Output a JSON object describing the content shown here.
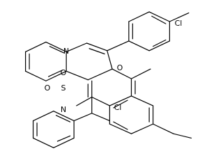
{
  "molecule": {
    "atom_labels": {
      "n_ring": "N",
      "cl_phenyl": "Cl",
      "o_carbonyl": "O",
      "cl_aryl": "Cl",
      "s": "S",
      "o_sulfonyl_1": "O",
      "o_sulfonyl_2": "O",
      "n_amide": "N"
    }
  },
  "colors": {
    "bond": "#000000",
    "background": "#ffffff"
  }
}
